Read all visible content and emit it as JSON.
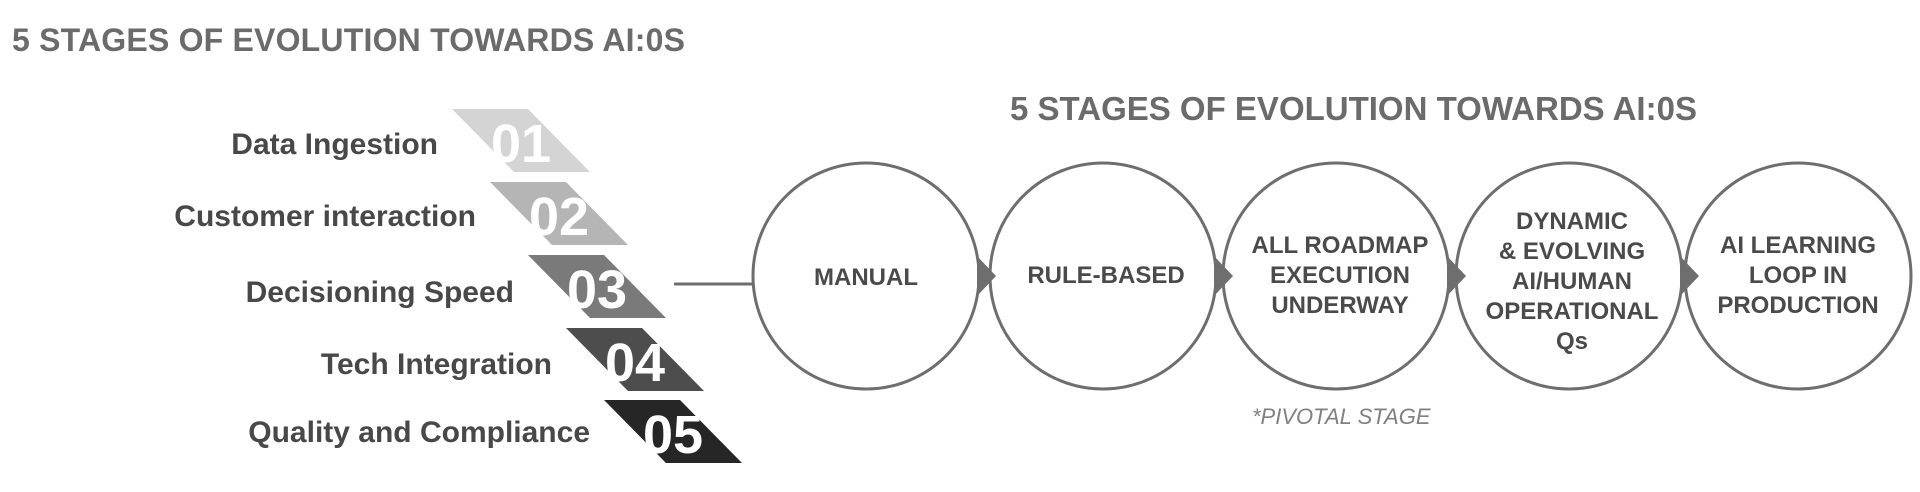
{
  "page_title": "5 STAGES OF EVOLUTION TOWARDS AI:0S",
  "diagram_title": "5 STAGES OF EVOLUTION TOWARDS AI:0S",
  "stages": [
    {
      "label": "Data Ingestion",
      "number": "01",
      "color": "#d4d4d4"
    },
    {
      "label": "Customer interaction",
      "number": "02",
      "color": "#b5b5b5"
    },
    {
      "label": "Decisioning Speed",
      "number": "03",
      "color": "#7a7a7a"
    },
    {
      "label": "Tech Integration",
      "number": "04",
      "color": "#4d4d4d"
    },
    {
      "label": "Quality and Compliance",
      "number": "05",
      "color": "#262626"
    }
  ],
  "circles": [
    {
      "text": "MANUAL"
    },
    {
      "text": "RULE-BASED"
    },
    {
      "text": "ALL ROADMAP\nEXECUTION\nUNDERWAY"
    },
    {
      "text": "DYNAMIC\n& EVOLVING\nAI/HUMAN\nOPERATIONAL\nQs"
    },
    {
      "text": "AI LEARNING\nLOOP IN\nPRODUCTION"
    }
  ],
  "pivotal_note": "*PIVOTAL STAGE",
  "colors": {
    "circle_stroke": "#6e6e6e",
    "arrow_fill": "#6e6e6e",
    "title": "#6b6b6b"
  }
}
